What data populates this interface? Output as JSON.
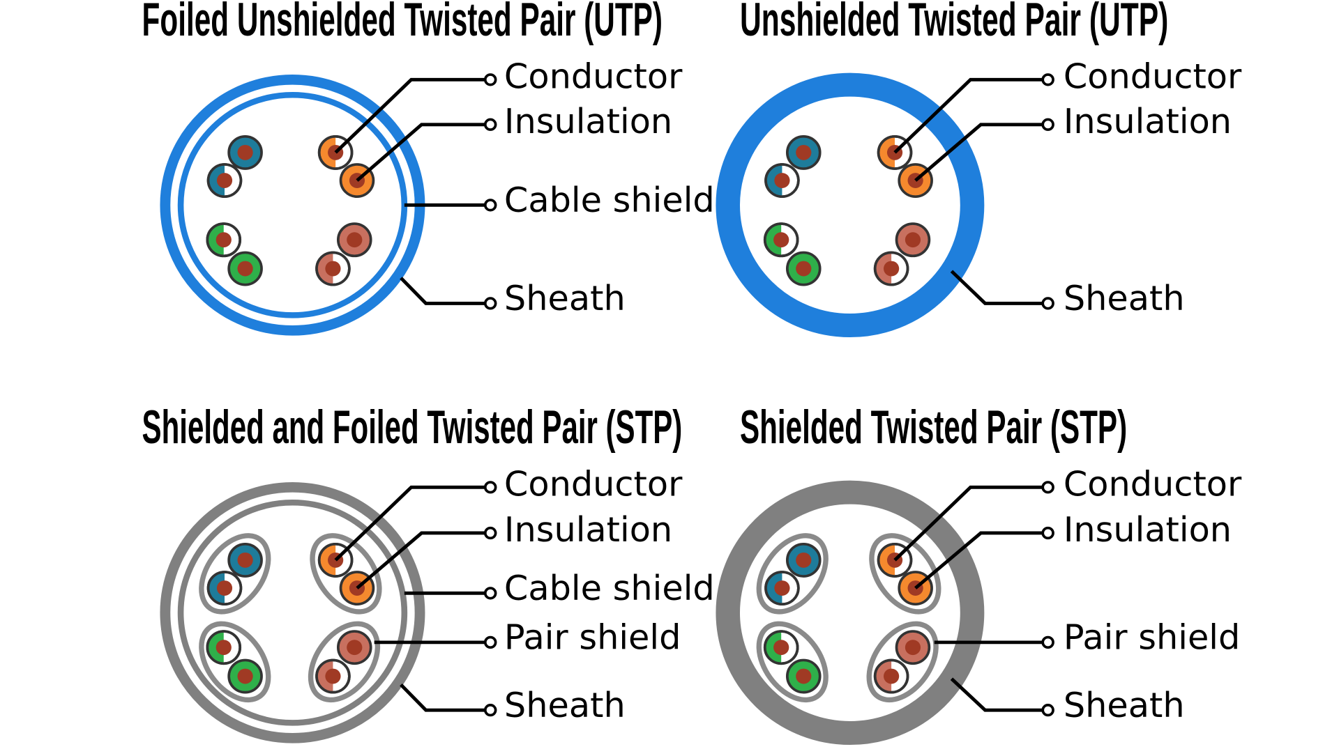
{
  "colors": {
    "blue_sheath": "#1F7FDC",
    "gray_sheath": "#808080",
    "pair_shield_gray": "#8A8A8A",
    "conductor": "#A03A24",
    "blue_wire": "#1E7C9B",
    "orange_wire": "#F5892E",
    "green_wire": "#2FB04A",
    "brown_wire": "#C8705F",
    "outline": "#333333",
    "leader_line": "#000000"
  },
  "panels": [
    {
      "title": "Foiled Unshielded Twisted Pair (UTP)",
      "labels": {
        "conductor": "Conductor",
        "insulation": "Insulation",
        "cable_shield": "Cable shield",
        "sheath": "Sheath"
      }
    },
    {
      "title": "Unshielded Twisted Pair (UTP)",
      "labels": {
        "conductor": "Conductor",
        "insulation": "Insulation",
        "sheath": "Sheath"
      }
    },
    {
      "title": "Shielded and Foiled Twisted Pair (STP)",
      "labels": {
        "conductor": "Conductor",
        "insulation": "Insulation",
        "cable_shield": "Cable shield",
        "pair_shield": "Pair shield",
        "sheath": "Sheath"
      }
    },
    {
      "title": "Shielded Twisted Pair (STP)",
      "labels": {
        "conductor": "Conductor",
        "insulation": "Insulation",
        "pair_shield": "Pair shield",
        "sheath": "Sheath"
      }
    }
  ]
}
